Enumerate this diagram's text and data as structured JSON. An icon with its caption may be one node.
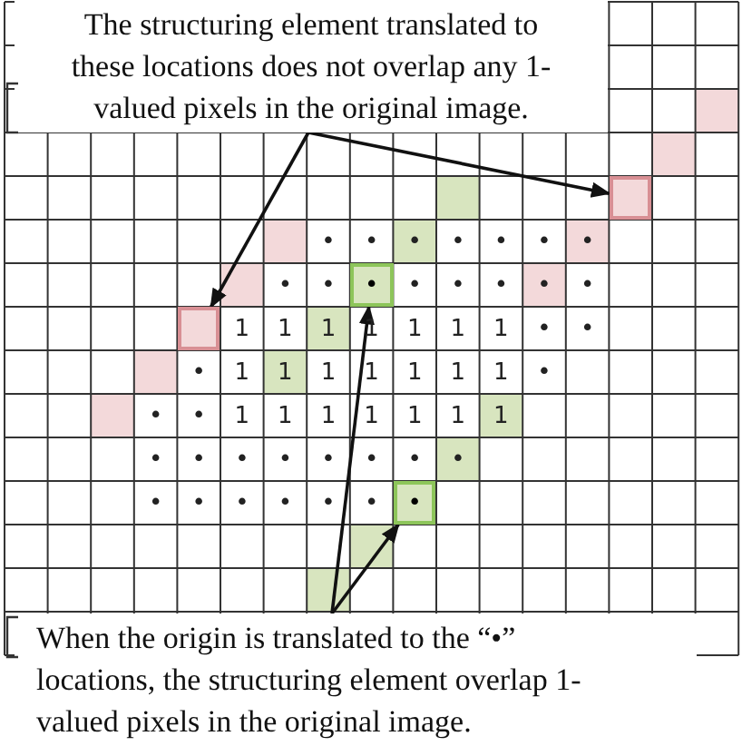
{
  "diagram": {
    "nodes": [
      {
        "text": [
          "The structuring element translated to these locations does not overlap any 1-valued pixels in the original image."
        ]
      },
      {
        "text": [],
        "shape": "box"
      },
      {
        "text": [
          "•"
        ]
      },
      {
        "text": [],
        "shape": "box"
      },
      {
        "text": [
          "•"
        ]
      },
      {
        "text": [
          "When the origin is translated to the “•” locations, the structuring element overlap 1-valued pixels in the original image."
        ]
      }
    ],
    "edges": [
      {
        "from": 0,
        "to": 1,
        "arrow": "to"
      },
      {
        "from": 0,
        "to": 3,
        "arrow": "to"
      },
      {
        "from": 5,
        "to": 2,
        "arrow": "to"
      },
      {
        "from": 5,
        "to": 4,
        "arrow": "to"
      }
    ],
    "labels": [
      "•",
      "•",
      "•",
      "•",
      "•",
      "•",
      "•",
      "•",
      "•",
      "•",
      "•",
      "•",
      "•",
      "•",
      "1",
      "1",
      "1",
      "1",
      "1",
      "1",
      "1",
      "•",
      "•",
      "•",
      "1",
      "1",
      "1",
      "1",
      "1",
      "1",
      "1",
      "•",
      "•",
      "•",
      "1",
      "1",
      "1",
      "1",
      "1",
      "1",
      "1",
      "•",
      "•",
      "•",
      "•",
      "•",
      "•",
      "•",
      "•",
      "•",
      "•",
      "•",
      "•",
      "•",
      "•"
    ]
  }
}
